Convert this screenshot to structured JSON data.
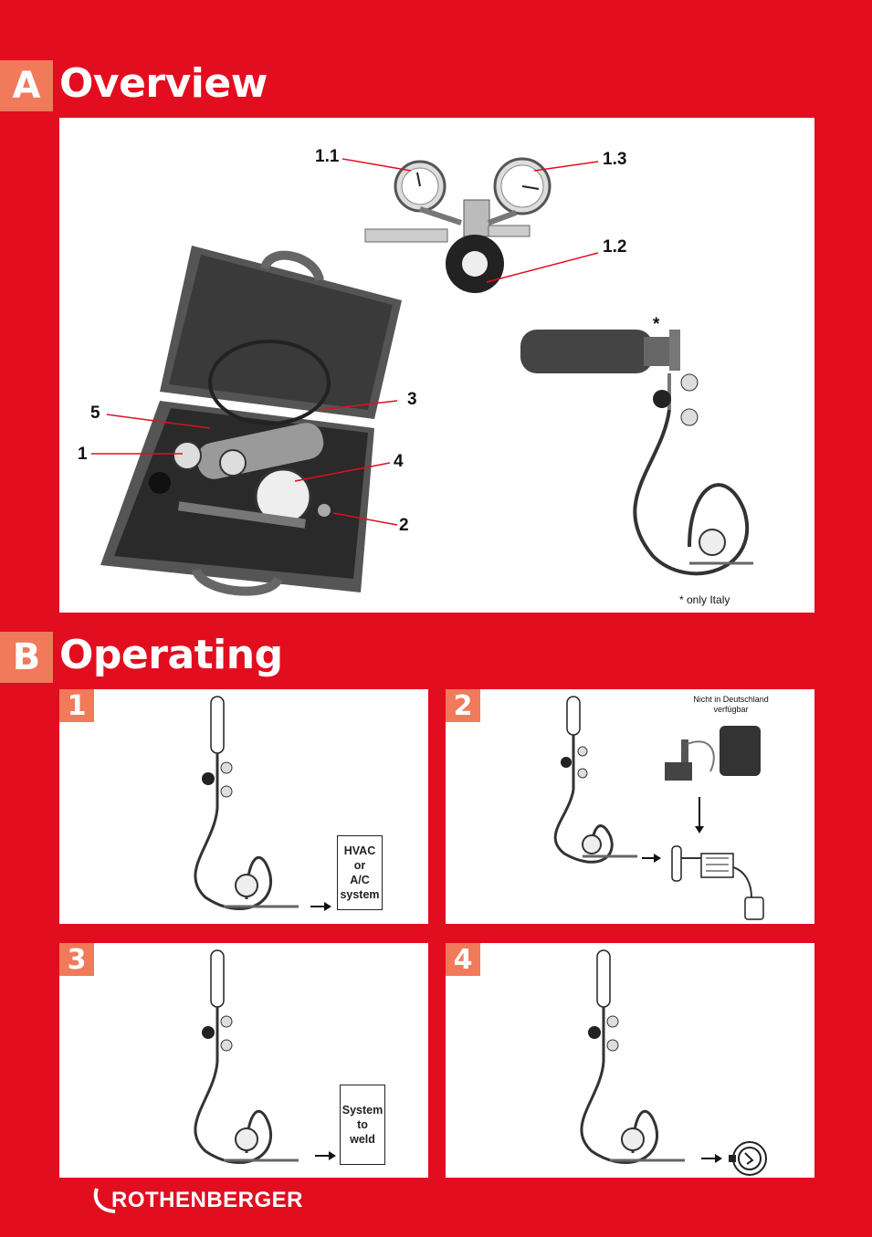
{
  "section_a": {
    "letter": "A",
    "title": "Overview"
  },
  "section_b": {
    "letter": "B",
    "title": "Operating"
  },
  "overview": {
    "callouts": [
      "1.1",
      "1.3",
      "1.2",
      "5",
      "3",
      "1",
      "4",
      "2"
    ],
    "asterisk": "*",
    "note": "* only Italy"
  },
  "steps": [
    {
      "number": "1",
      "target_label": "HVAC\nor\nA/C\nsystem"
    },
    {
      "number": "2",
      "note": "Nicht in Deutschland\nverfügbar"
    },
    {
      "number": "3",
      "target_label": "System\nto\nweld"
    },
    {
      "number": "4"
    }
  ],
  "brand": {
    "name": "ROTHENBERGER"
  },
  "colors": {
    "brand_red": "#e30d20",
    "accent_salmon": "#f07a5a"
  }
}
